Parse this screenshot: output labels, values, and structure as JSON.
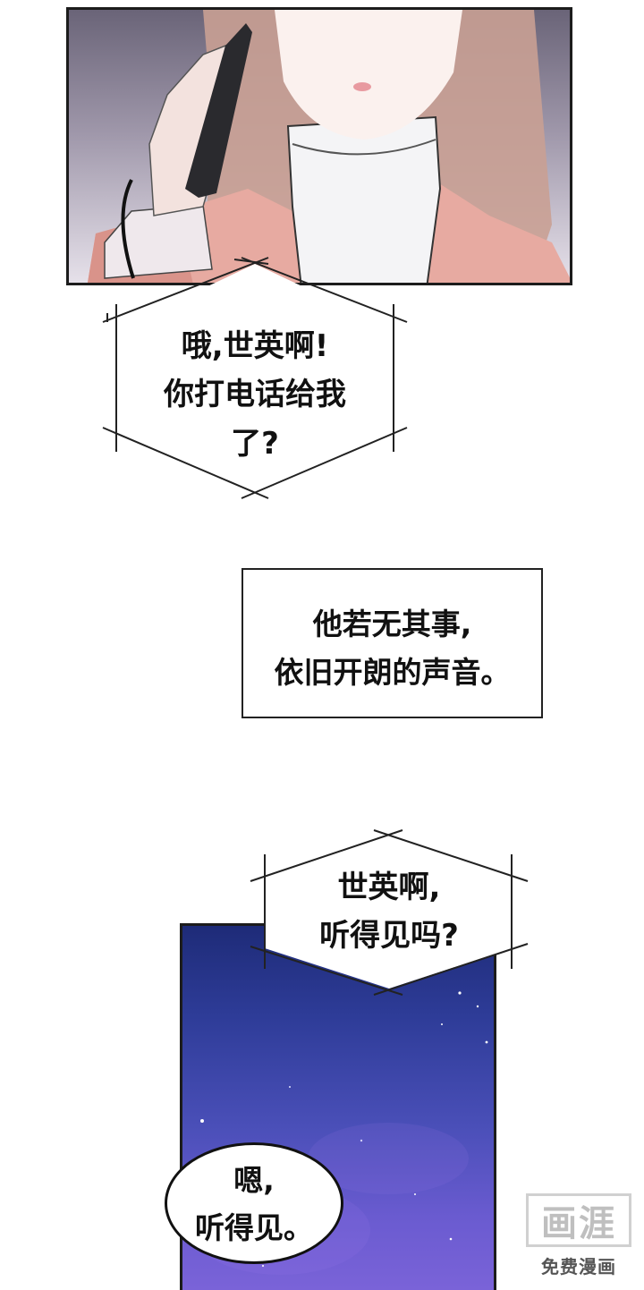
{
  "bubbles": {
    "bubble1": {
      "lines": [
        "哦,世英啊!",
        "你打电话给我",
        "了?"
      ]
    },
    "caption": {
      "lines": [
        "他若无其事,",
        "依旧开朗的声音。"
      ]
    },
    "bubble2": {
      "lines": [
        "世英啊,",
        "听得见吗?"
      ]
    },
    "bubble3": {
      "lines": [
        "嗯,",
        "听得见。"
      ]
    }
  },
  "watermark": {
    "logo": "画涯",
    "text": "免费漫画"
  },
  "colors": {
    "sky_top": "#1e2b78",
    "sky_bottom": "#7a63d8",
    "coat": "#e8a9a0",
    "hair": "#c49a8e"
  }
}
